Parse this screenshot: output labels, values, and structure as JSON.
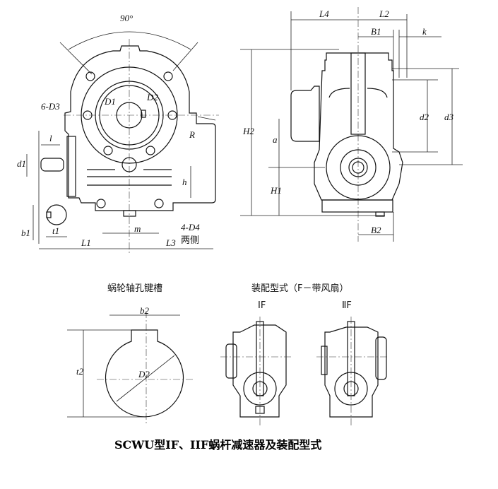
{
  "front_view": {
    "angle": "90°",
    "holes_label": "6-D3",
    "D1": "D1",
    "D2": "D2",
    "R": "R",
    "l": "l",
    "d1": "d1",
    "h": "h",
    "t1": "t1",
    "b1": "b1",
    "m": "m",
    "mount_holes": "4-D4",
    "mount_holes_note": "两侧",
    "L1": "L1",
    "L3": "L3"
  },
  "side_view": {
    "L4": "L4",
    "L2": "L2",
    "B1": "B1",
    "k": "k",
    "H2": "H2",
    "a": "a",
    "H1": "H1",
    "d2": "d2",
    "d3": "d3",
    "B2": "B2"
  },
  "keyway": {
    "title": "蜗轮轴孔键槽",
    "b2": "b2",
    "t2": "t2",
    "D2": "D2"
  },
  "assembly": {
    "title": "装配型式（F－带风扇）",
    "type1": "ⅠF",
    "type2": "ⅡF"
  },
  "caption": "SCWU型IF、IIF蜗杆减速器及装配型式"
}
